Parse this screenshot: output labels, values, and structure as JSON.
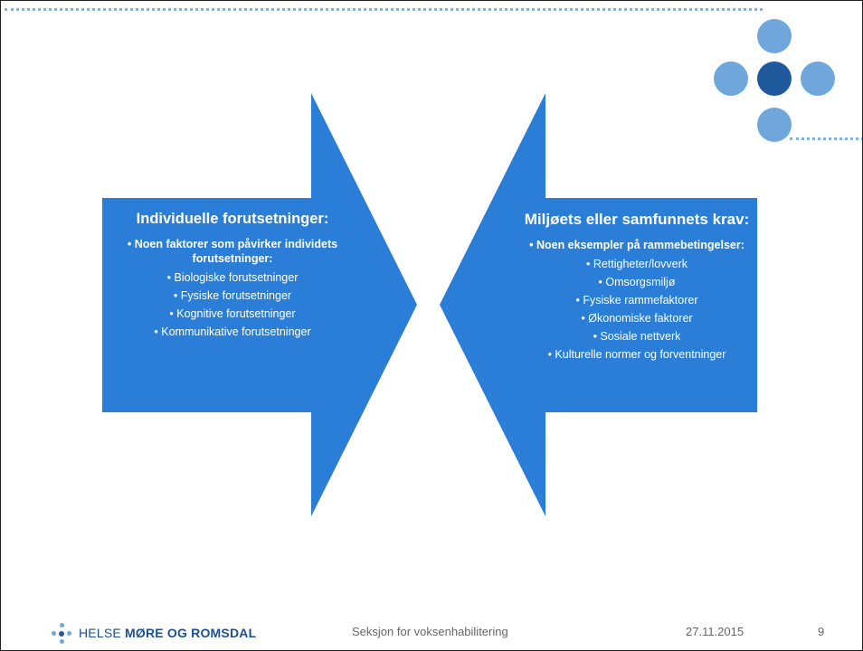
{
  "colors": {
    "arrow_fill": "#2b7ed8",
    "accent_light": "#6fa7dc",
    "accent_dark": "#1f5a9c",
    "logo_text": "#1d4f91"
  },
  "left_arrow": {
    "title": "Individuelle forutsetninger:",
    "lead": "Noen faktorer som påvirker individets forutsetninger:",
    "items": [
      "Biologiske forutsetninger",
      "Fysiske forutsetninger",
      "Kognitive forutsetninger",
      "Kommunikative forutsetninger"
    ]
  },
  "right_arrow": {
    "title": "Miljøets eller samfunnets krav:",
    "lead": "Noen eksempler på rammebetingelser:",
    "items": [
      "Rettigheter/lovverk",
      "Omsorgsmiljø",
      "Fysiske rammefaktorer",
      "Økonomiske faktorer",
      "Sosiale nettverk",
      "Kulturelle normer og forventninger"
    ]
  },
  "footer": {
    "logo_prefix": "HELSE ",
    "logo_bold": "MØRE OG ROMSDAL",
    "section": "Seksjon for voksenhabilitering",
    "date": "27.11.2015",
    "page_number": "9"
  }
}
